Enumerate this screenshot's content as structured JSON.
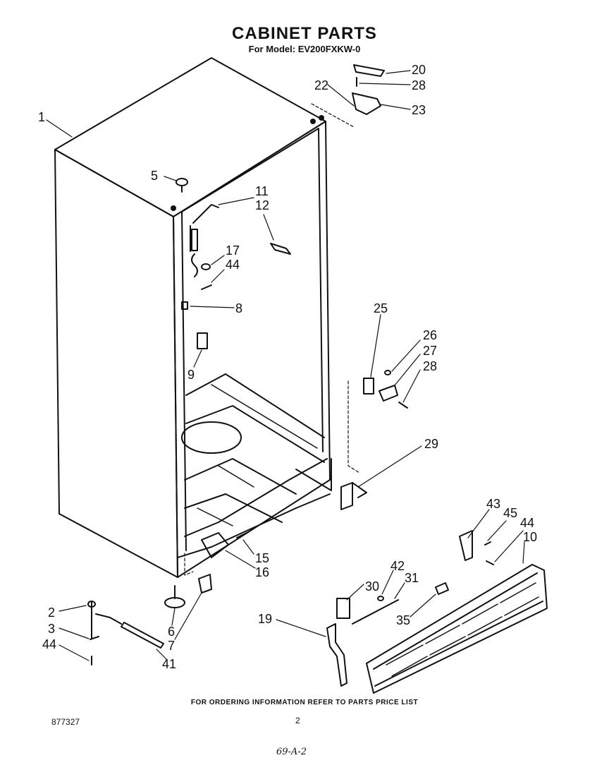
{
  "header": {
    "title": "CABINET PARTS",
    "subtitle": "For Model: EV200FXKW-0"
  },
  "footer": {
    "note": "FOR ORDERING INFORMATION REFER TO PARTS PRICE LIST",
    "doc_number": "877327",
    "page_number": "2",
    "handwritten": "69-A-2"
  },
  "callouts": {
    "c1": "1",
    "c2": "2",
    "c3": "3",
    "c44a": "44",
    "c5": "5",
    "c6": "6",
    "c7": "7",
    "c41": "41",
    "c8": "8",
    "c9": "9",
    "c11": "11",
    "c12": "12",
    "c17": "17",
    "c44b": "44",
    "c15": "15",
    "c16": "16",
    "c19": "19",
    "c20": "20",
    "c28a": "28",
    "c22": "22",
    "c23": "23",
    "c25": "25",
    "c26": "26",
    "c27": "27",
    "c28b": "28",
    "c29": "29",
    "c30": "30",
    "c42": "42",
    "c31": "31",
    "c35": "35",
    "c43": "43",
    "c45": "45",
    "c44c": "44",
    "c10": "10"
  }
}
